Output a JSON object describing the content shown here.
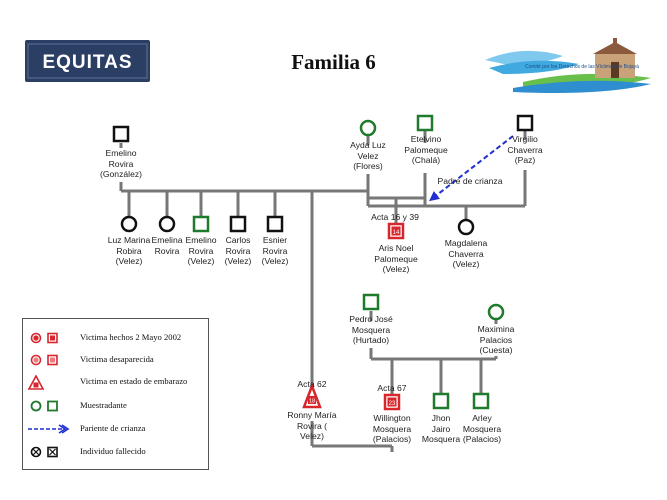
{
  "header": {
    "title": "Familia 6",
    "logo_left_text": "EQUITAS",
    "logo_right_text": "Comité por los Derechos de las Víctimas de Bojayá"
  },
  "colors": {
    "line": "#777777",
    "victim_red": "#d8262d",
    "witness_green": "#1f7a2b",
    "deceased_black": "#111111",
    "foster_blue": "#1f2fd0",
    "logo_bg": "#2b3e63"
  },
  "persons": [
    {
      "id": "emelino_padre",
      "name": "Emelino\nRovira\n(González)",
      "shape": "square",
      "style": "deceased"
    },
    {
      "id": "luz_marina",
      "name": "Luz Marina\nRobira\n(Velez)",
      "shape": "circle",
      "style": "deceased"
    },
    {
      "id": "emelina",
      "name": "Emelina\nRovira",
      "shape": "circle",
      "style": "deceased"
    },
    {
      "id": "emelino_hijo",
      "name": "Emelino\nRovira\n(Velez)",
      "shape": "square",
      "style": "witness"
    },
    {
      "id": "carlos",
      "name": "Carlos\nRovira\n(Velez)",
      "shape": "square",
      "style": "deceased"
    },
    {
      "id": "esnier",
      "name": "Esnier\nRovira\n(Velez)",
      "shape": "square",
      "style": "deceased"
    },
    {
      "id": "ayda",
      "name": "Ayda Luz\nVelez\n(Flores)",
      "shape": "circle",
      "style": "witness"
    },
    {
      "id": "etelvino",
      "name": "Etelvino\nPalomeque\n(Chalá)",
      "shape": "square",
      "style": "witness"
    },
    {
      "id": "virgilio",
      "name": "Virgilio\nChaverra\n(Paz)",
      "shape": "square",
      "style": "deceased"
    },
    {
      "id": "aris",
      "name": "Aris Noel\nPalomeque\n(Velez)",
      "shape": "square",
      "style": "victim",
      "badge": "14",
      "act": "Acta 16 y 39"
    },
    {
      "id": "magdalena",
      "name": "Magdalena\nChaverra\n(Velez)",
      "shape": "circle",
      "style": "deceased"
    },
    {
      "id": "ronny",
      "name": "Ronny María\nRovira (\nVelez)",
      "shape": "triangle",
      "style": "pregnant",
      "badge": "18",
      "act": "Acta 62"
    },
    {
      "id": "pedro",
      "name": "Pedro José\nMosquera\n(Hurtado)",
      "shape": "square",
      "style": "witness"
    },
    {
      "id": "maximina",
      "name": "Maximina\nPalacios\n(Cuesta)",
      "shape": "circle",
      "style": "witness"
    },
    {
      "id": "willington",
      "name": "Willington\nMosquera\n(Palacios)",
      "shape": "square",
      "style": "victim",
      "badge": "23",
      "act": "Acta 67"
    },
    {
      "id": "jhon",
      "name": "Jhon\nJairo\nMosquera",
      "shape": "square",
      "style": "witness"
    },
    {
      "id": "arley",
      "name": "Arley\nMosquera\n(Palacios)",
      "shape": "square",
      "style": "witness"
    }
  ],
  "annotations": {
    "foster_label": "Padre de crianza"
  },
  "legend": [
    {
      "key": "victim",
      "text": "Victima hechos 2 Mayo 2002"
    },
    {
      "key": "missing",
      "text": "Victima desaparecida"
    },
    {
      "key": "pregnant",
      "text": "Victima en estado de embarazo"
    },
    {
      "key": "witness",
      "text": "Muestradante"
    },
    {
      "key": "foster",
      "text": "Pariente de crianza"
    },
    {
      "key": "deceased",
      "text": "Individuo fallecido"
    }
  ]
}
